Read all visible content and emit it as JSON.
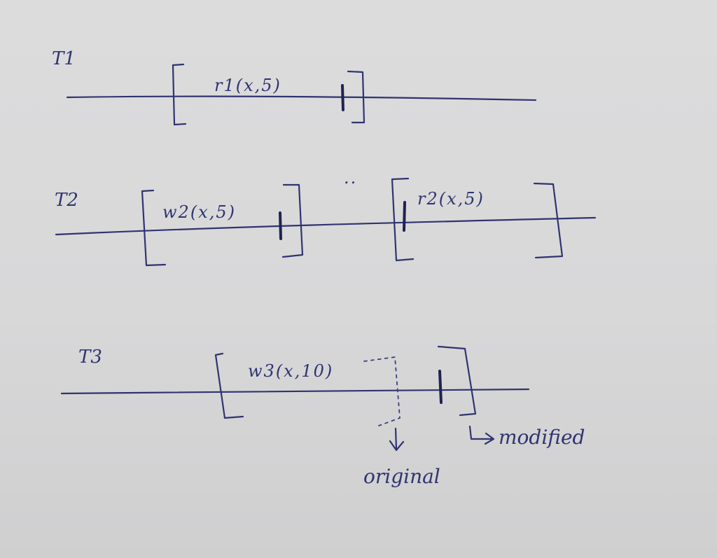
{
  "transactions": [
    {
      "name": "T1",
      "operations": [
        "r1(x,5)"
      ]
    },
    {
      "name": "T2",
      "operations": [
        "w2(x,5)",
        "r2(x,5)"
      ],
      "gap_marker": ".."
    },
    {
      "name": "T3",
      "operations": [
        "w3(x,10)"
      ]
    }
  ],
  "annotations": {
    "original": "original",
    "modified": "modified",
    "modified_arrow": "↳"
  },
  "colors": {
    "ink": "#2f3470",
    "paper": "#d9d9da"
  }
}
